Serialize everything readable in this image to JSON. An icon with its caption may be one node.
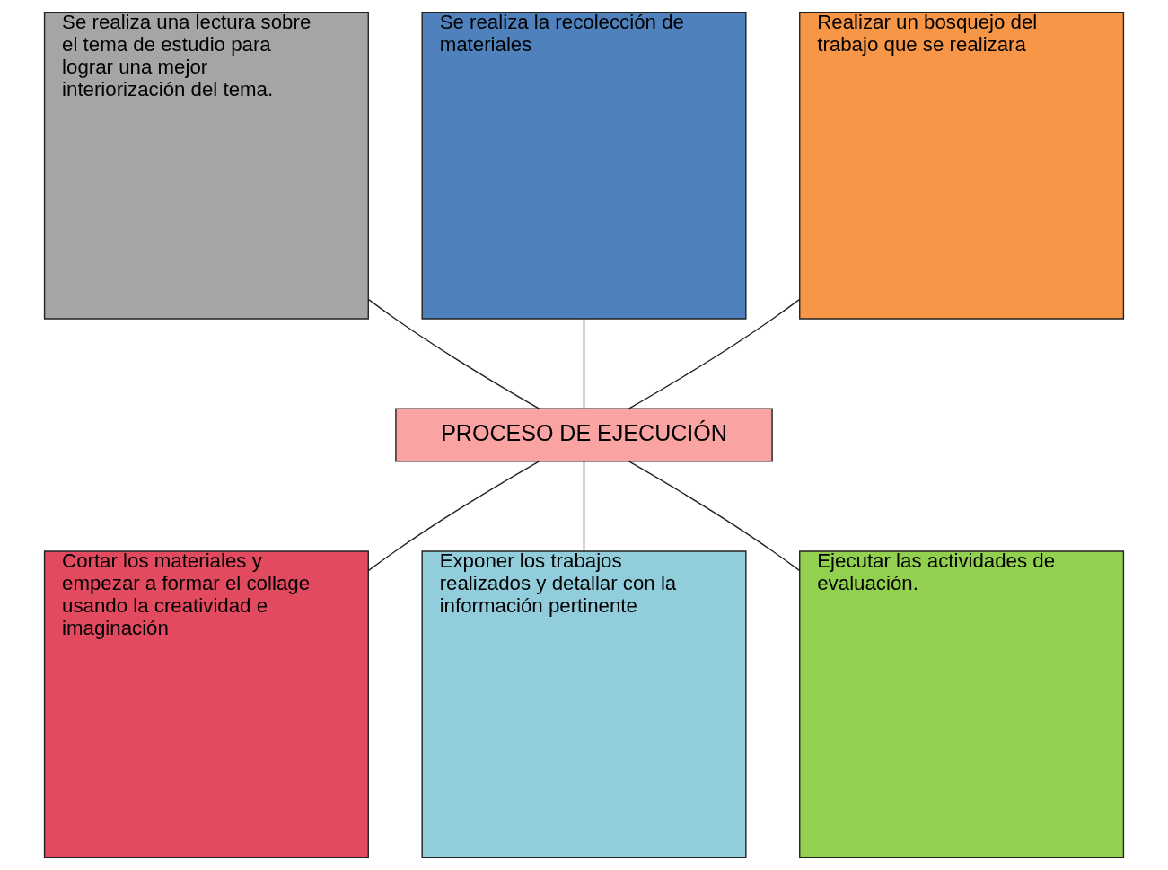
{
  "diagram": {
    "nodes": [
      {
        "text": [
          "Se realiza una lectura sobre el tema de estudio para lograr una mejor interiorización del tema."
        ]
      },
      {
        "text": [
          "Se realiza la recolección de materiales"
        ]
      },
      {
        "text": [
          "Realizar un bosquejo del trabajo que se realizara"
        ]
      },
      {
        "text": [
          "PROCESO DE EJECUCIÓN"
        ]
      },
      {
        "text": [
          "Cortar los materiales y empezar a formar el collage usando la creatividad e imaginación"
        ]
      },
      {
        "text": [
          "Exponer los trabajos realizados y detallar con la información pertinente"
        ]
      },
      {
        "text": [
          "Ejecutar las actividades de evaluación."
        ]
      }
    ],
    "edges": [
      {
        "from": 0,
        "to": 3,
        "arrow": "none"
      },
      {
        "from": 1,
        "to": 3,
        "arrow": "none"
      },
      {
        "from": 2,
        "to": 3,
        "arrow": "none"
      },
      {
        "from": 3,
        "to": 4,
        "arrow": "none"
      },
      {
        "from": 3,
        "to": 5,
        "arrow": "none"
      },
      {
        "from": 3,
        "to": 6,
        "arrow": "none"
      }
    ]
  }
}
